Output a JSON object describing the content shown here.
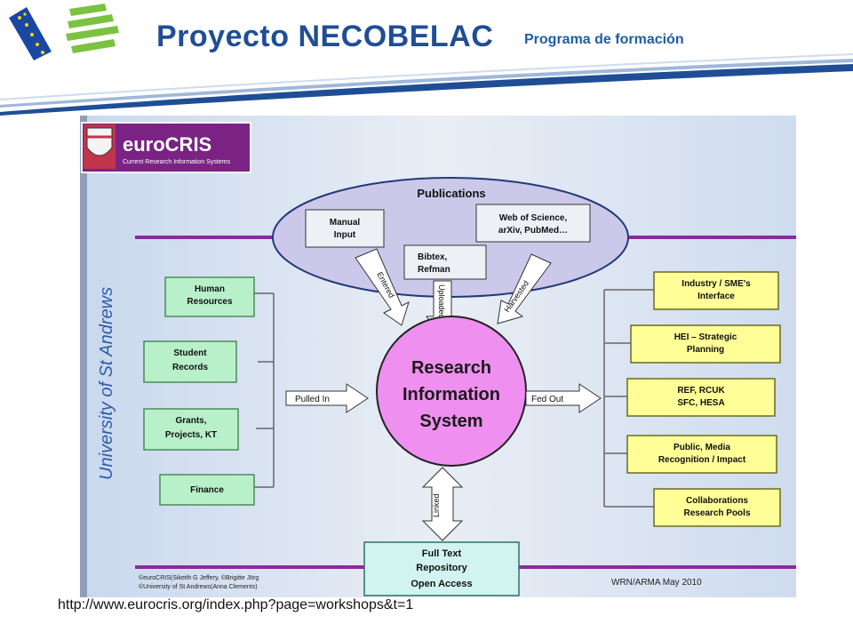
{
  "header": {
    "project_title": "Proyecto NECOBELAC",
    "program_label": "Programa de formación"
  },
  "slide": {
    "brand": "euroCRIS",
    "brand_tagline": "Current Research Information Systems",
    "university": "University of St Andrews",
    "publications": {
      "title": "Publications",
      "boxes": [
        "Manual Input",
        "Web of Science, arXiv, PubMed…",
        "Bibtex, Refman"
      ]
    },
    "center": [
      "Research",
      "Information",
      "System"
    ],
    "arrows": {
      "entered": "Entered",
      "uploaded": "Uploaded",
      "harvested": "Harvested",
      "pulled_in": "Pulled In",
      "fed_out": "Fed Out",
      "linked": "Linked"
    },
    "inputs": [
      "Human Resources",
      "Student Records",
      "Grants, Projects, KT",
      "Finance"
    ],
    "outputs": [
      "Industry / SME's Interface",
      "HEI – Strategic Planning",
      "REF, RCUK SFC, HESA",
      "Public, Media Recognition / Impact",
      "Collaborations Research Pools"
    ],
    "repository": [
      "Full Text",
      "Repository",
      "Open Access"
    ],
    "footer_credits": [
      "©euroCRIS(Sikeith G Jeffery, ©Brigitte Jörg",
      "©University of St Andrews(Anna Clements)"
    ],
    "footer_event": "WRN/ARMA May 2010"
  },
  "footer": {
    "url": "http://www.eurocris.org/index.php?page=workshops&t=1"
  },
  "colors": {
    "title_blue": "#1f4e96",
    "slide_bg": "#dfe6f1",
    "publications_ellipse": "#ccc8ea",
    "center_circle": "#ef8ff0",
    "input_box": "#b8f0c9",
    "output_box": "#fffe97",
    "repository_box": "#d2f4f1"
  }
}
